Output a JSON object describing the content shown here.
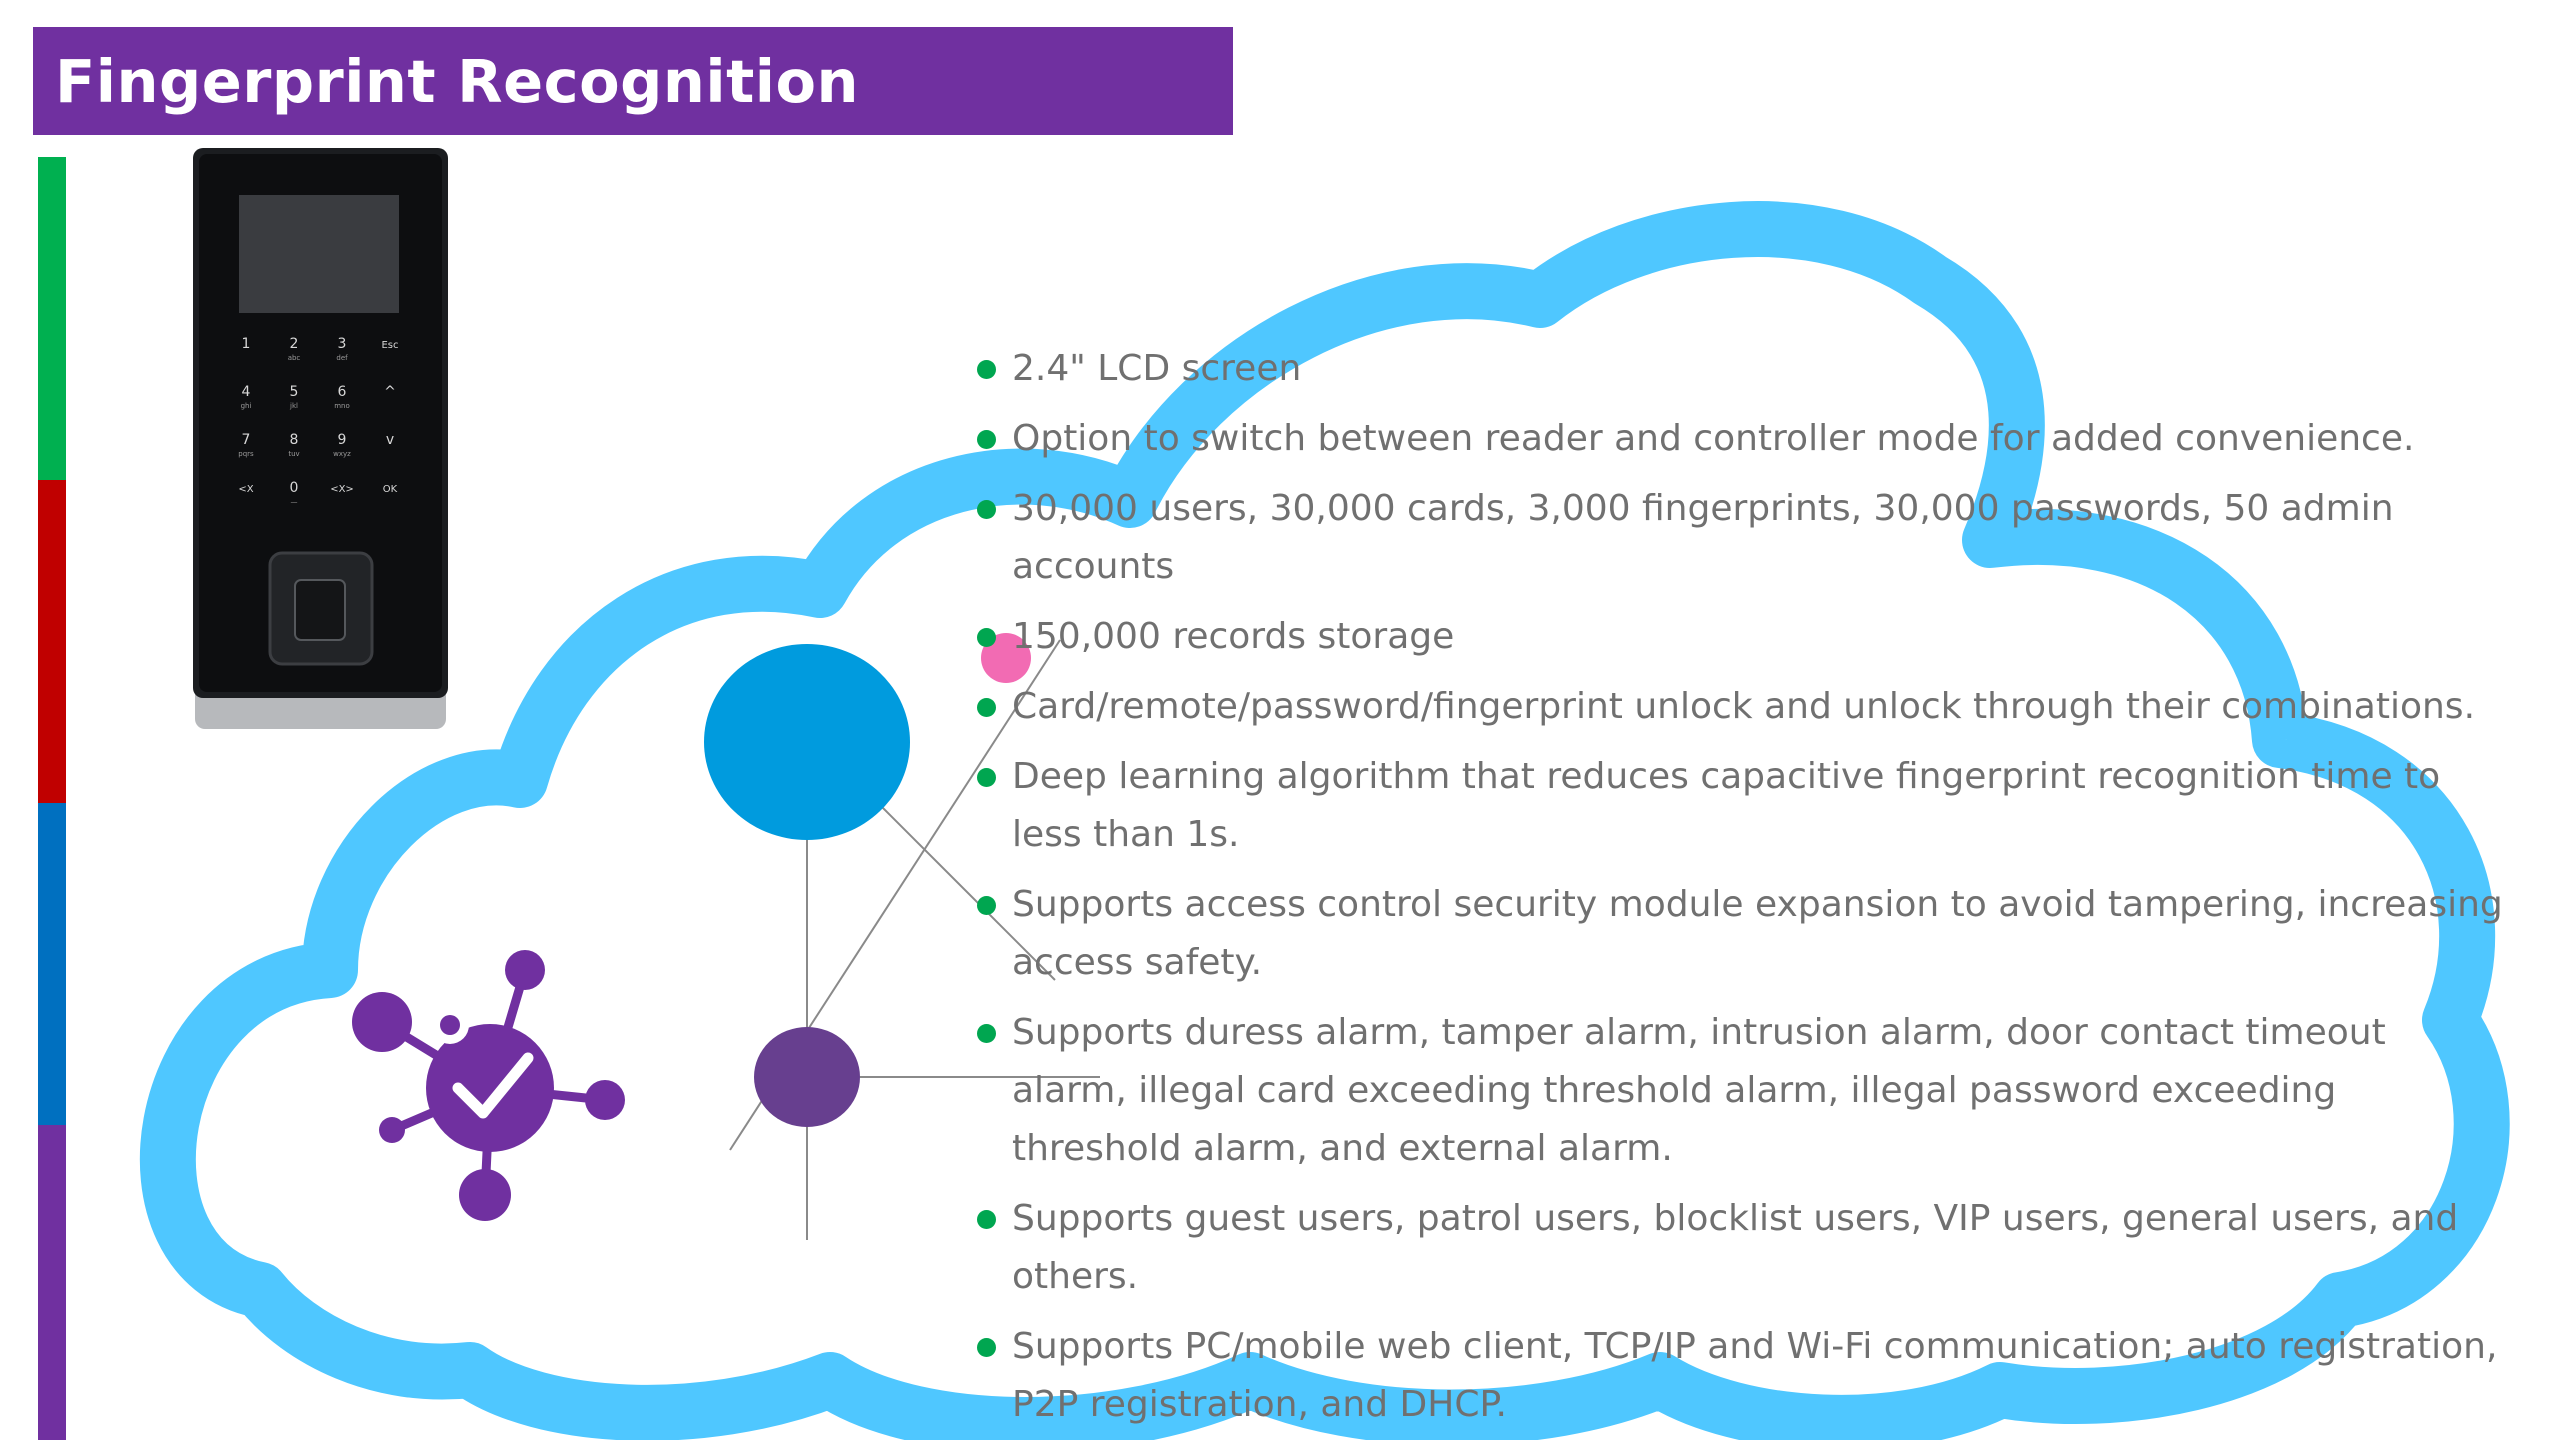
{
  "header": {
    "title": "Fingerprint Recognition"
  },
  "colors": {
    "title_bar": "#7030A0",
    "strips": [
      "#00B050",
      "#C00000",
      "#0070C0",
      "#7030A0"
    ],
    "cloud": "#4FC7FF",
    "bullet": "#00A650",
    "text": "#707070",
    "circle_large": "#009BDE",
    "circle_small": "#673F8F",
    "pink_dot": "#F26BB3"
  },
  "device": {
    "keypad": [
      {
        "key": "1",
        "sub": ""
      },
      {
        "key": "2",
        "sub": "abc"
      },
      {
        "key": "3",
        "sub": "def"
      },
      {
        "key": "Esc",
        "sub": ""
      },
      {
        "key": "4",
        "sub": "ghi"
      },
      {
        "key": "5",
        "sub": "jkl"
      },
      {
        "key": "6",
        "sub": "mno"
      },
      {
        "key": "^",
        "sub": ""
      },
      {
        "key": "7",
        "sub": "pqrs"
      },
      {
        "key": "8",
        "sub": "tuv"
      },
      {
        "key": "9",
        "sub": "wxyz"
      },
      {
        "key": "v",
        "sub": ""
      },
      {
        "key": "<X",
        "sub": ""
      },
      {
        "key": "0",
        "sub": "—"
      },
      {
        "key": "<X>",
        "sub": ""
      },
      {
        "key": "OK",
        "sub": ""
      }
    ]
  },
  "icons": {
    "device": "fingerprint-reader-device",
    "hub": "network-check-icon",
    "cloud": "cloud-outline"
  },
  "features": [
    "2.4\" LCD screen",
    "Option to switch between reader and controller mode for added convenience.",
    "30,000 users, 30,000 cards, 3,000 fingerprints, 30,000 passwords, 50 admin accounts",
    "150,000 records storage",
    "Card/remote/password/fingerprint unlock and unlock through their combinations.",
    "Deep learning algorithm that reduces capacitive fingerprint recognition time to less than 1s.",
    "Supports access control security module expansion to avoid tampering, increasing access safety.",
    "Supports duress alarm, tamper alarm, intrusion alarm, door contact timeout alarm, illegal card exceeding threshold alarm, illegal password exceeding threshold alarm, and external alarm.",
    "Supports guest users, patrol users, blocklist users, VIP users, general users, and others.",
    "Supports PC/mobile web client, TCP/IP and Wi-Fi communication; auto registration, P2P registration, and DHCP."
  ]
}
